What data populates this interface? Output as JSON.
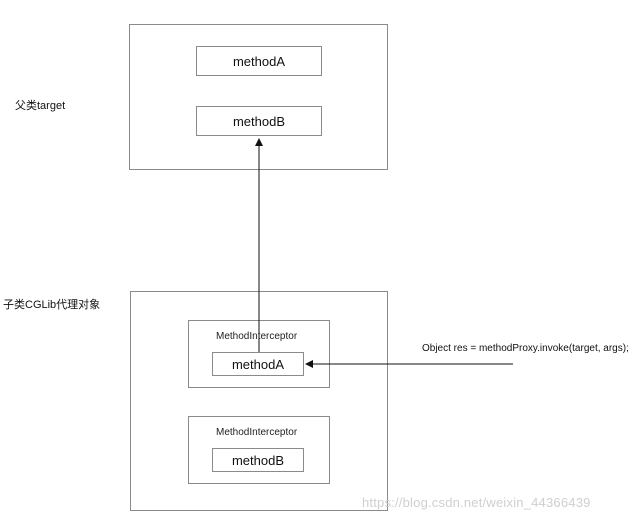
{
  "parent": {
    "label": "父类target",
    "method_a": "methodA",
    "method_b": "methodB"
  },
  "child": {
    "label": "子类CGLib代理对象",
    "interceptor_1": {
      "label": "MethodInterceptor",
      "method": "methodA"
    },
    "interceptor_2": {
      "label": "MethodInterceptor",
      "method": "methodB"
    }
  },
  "call_text": "Object res = methodProxy.invoke(target, args);",
  "watermark": "https://blog.csdn.net/weixin_44366439"
}
